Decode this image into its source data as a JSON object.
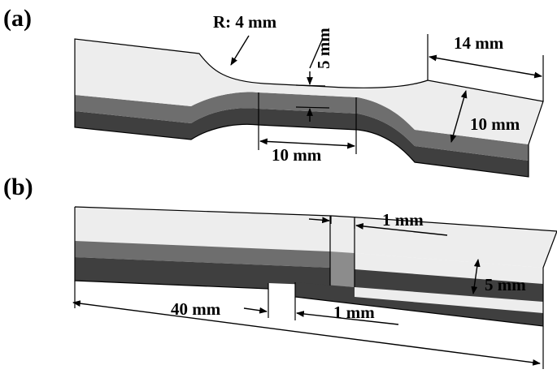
{
  "panel_a": {
    "label": "(a)",
    "radius_label": "R: 4 mm",
    "neck_thickness_label": "5 mm",
    "end_length_label": "14 mm",
    "width_label": "10 mm",
    "gauge_length_label": "10 mm"
  },
  "panel_b": {
    "label": "(b)",
    "top_gap_label": "1 mm",
    "thickness_label": "5 mm",
    "total_length_label": "40 mm",
    "bottom_gap_label": "1 mm"
  },
  "colors": {
    "top_face": "#ededed",
    "side_mid": "#6e6e6e",
    "side_dark": "#3f3f3f",
    "insert": "#8c8c8c",
    "outline": "#000000"
  }
}
